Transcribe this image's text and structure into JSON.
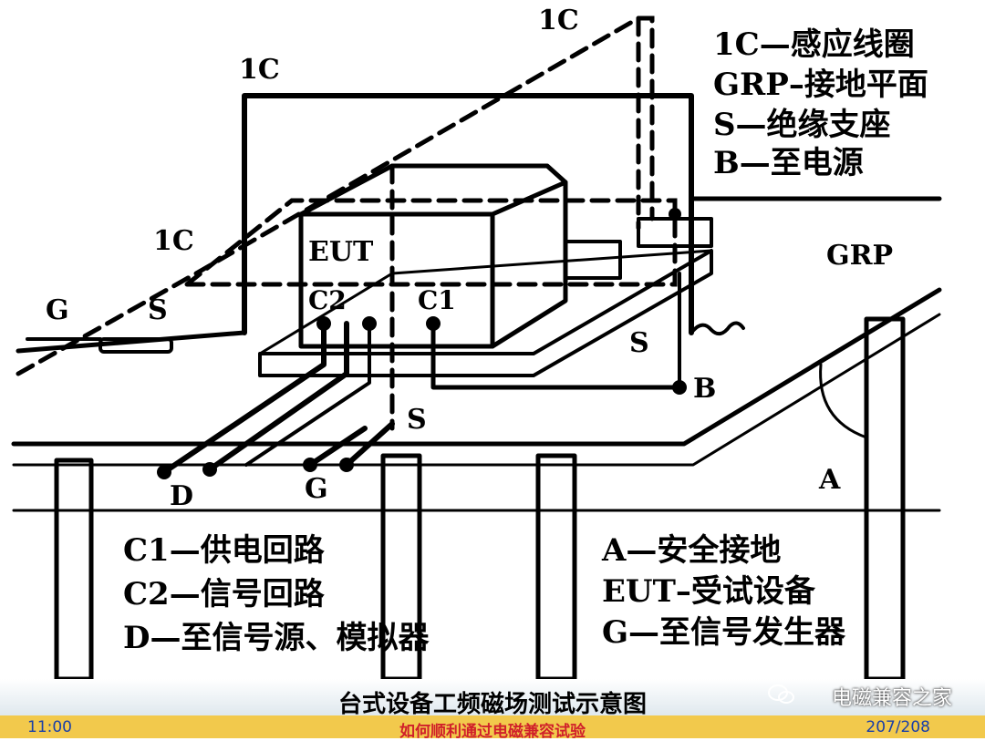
{
  "diagram": {
    "labels": {
      "coil_top": "1C",
      "coil_mid": "1C",
      "coil_left": "1C",
      "eut": "EUT",
      "c2": "C2",
      "c1": "C1",
      "g_left": "G",
      "s_left": "S",
      "s_right": "S",
      "s_bottom": "S",
      "b": "B",
      "grp": "GRP",
      "a": "A",
      "d": "D",
      "g_bottom": "G"
    },
    "legend_top": [
      "1C—感应线圈",
      "GRP–接地平面",
      "S—绝缘支座",
      "B—至电源"
    ],
    "legend_bottom_left": [
      "C1—供电回路",
      "C2—信号回路",
      "D—至信号源、模拟器"
    ],
    "legend_bottom_right": [
      "A—安全接地",
      "EUT–受试设备",
      "G—至信号发生器"
    ]
  },
  "caption": "台式设备工频磁场测试示意图",
  "watermark": "电磁兼容之家",
  "footer": {
    "time": "11:00",
    "title": "如何顺利通过电磁兼容试验",
    "page": "207/208"
  }
}
